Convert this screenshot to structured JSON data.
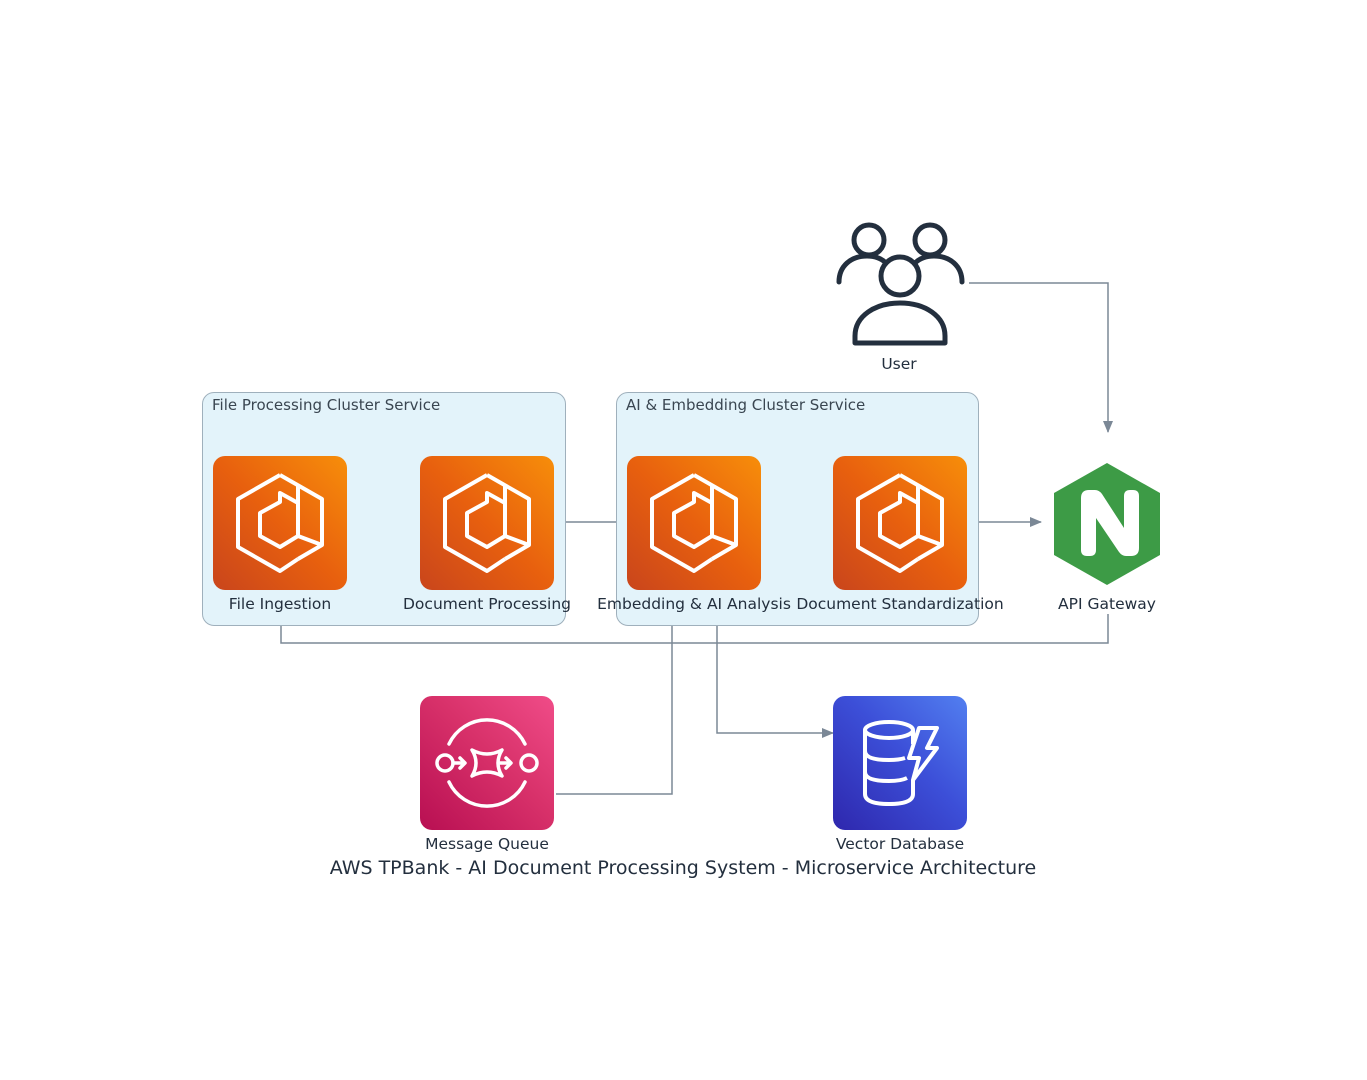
{
  "diagram": {
    "title": "AWS TPBank - AI Document Processing System - Microservice Architecture",
    "clusters": {
      "file_processing": "File Processing Cluster Service",
      "ai_embedding": "AI & Embedding Cluster Service"
    },
    "nodes": {
      "user": {
        "label": "User",
        "icon": "users-icon"
      },
      "api_gateway": {
        "label": "API Gateway",
        "icon": "nginx-icon"
      },
      "file_ingestion": {
        "label": "File Ingestion",
        "icon": "ecs-icon"
      },
      "document_processing": {
        "label": "Document Processing",
        "icon": "ecs-icon"
      },
      "embedding_ai": {
        "label": "Embedding & AI Analysis",
        "icon": "ecs-icon"
      },
      "document_standardization": {
        "label": "Document Standardization",
        "icon": "ecs-icon"
      },
      "message_queue": {
        "label": "Message Queue",
        "icon": "sqs-icon"
      },
      "vector_database": {
        "label": "Vector Database",
        "icon": "dynamodb-icon"
      }
    },
    "edges": [
      {
        "from": "user",
        "to": "api_gateway"
      },
      {
        "from": "api_gateway",
        "to": "file_ingestion"
      },
      {
        "from": "file_ingestion",
        "to": "document_processing"
      },
      {
        "from": "document_processing",
        "to": "embedding_ai"
      },
      {
        "from": "embedding_ai",
        "to": "document_standardization"
      },
      {
        "from": "document_standardization",
        "to": "api_gateway"
      },
      {
        "from": "message_queue",
        "to": "embedding_ai"
      },
      {
        "from": "embedding_ai",
        "to": "vector_database"
      }
    ],
    "colors": {
      "ecs": "#e8600e",
      "sqs": "#d8316a",
      "dynamodb": "#3c4fd8",
      "nginx": "#3d9b46",
      "cluster_fill": "#e3f3fa",
      "edge": "#7b8896"
    }
  }
}
